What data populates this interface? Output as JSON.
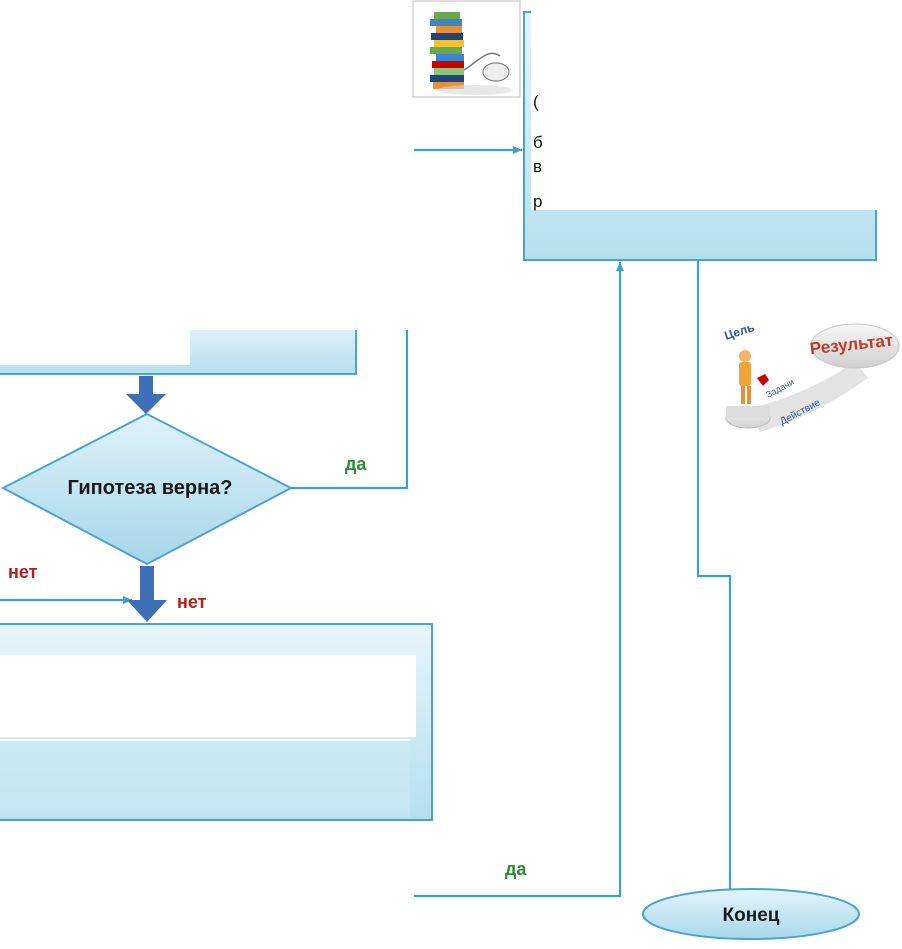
{
  "labels": {
    "decision": "Гипотеза верна?",
    "yes_top": "да",
    "yes_bottom": "да",
    "no_left": "нет",
    "no_right": "нет",
    "end": "Конец"
  },
  "goal_image": {
    "result": "Результат",
    "goal": "Цель",
    "tasks": "Задачи",
    "action": "Действие"
  },
  "colors": {
    "box_fill": "#bfe3ef",
    "box_stroke": "#4ba3cf",
    "line": "#3b9fd0",
    "arrow": "#3f6fb6",
    "yes": "#2e8b3a",
    "no": "#b0201c"
  }
}
